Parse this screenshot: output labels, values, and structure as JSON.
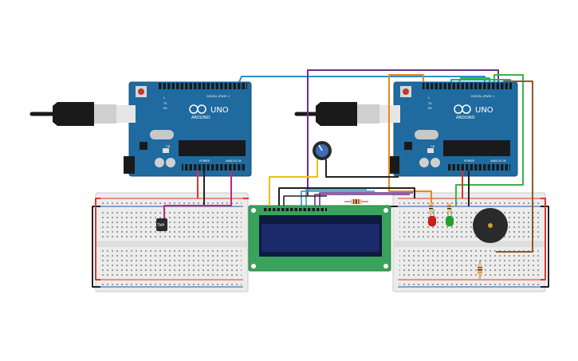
{
  "board_labels": {
    "logo": "ARDUINO",
    "model": "UNO",
    "digital": "DIGITAL (PWM~)",
    "power": "POWER",
    "analog": "ANALOG IN",
    "tx": "TX",
    "rx": "RX",
    "l": "L",
    "on": "ON"
  },
  "sensor_label": "TMP",
  "colors": {
    "arduino_board": "#1f6a9e",
    "breadboard": "#ececec",
    "lcd_pcb": "#3aa35b",
    "lcd_screen": "#1b2a6a",
    "wire_red": "#e0342c",
    "wire_black": "#222222",
    "wire_purple": "#6b2f8f",
    "wire_blue": "#2c8fc9",
    "wire_orange": "#e88a1a",
    "wire_green": "#3bb24a",
    "wire_brown": "#8b5a2b",
    "wire_yellow": "#e6c21a",
    "wire_magenta": "#c0297a",
    "led_red": "#c8201a",
    "led_green": "#23a02a",
    "buzzer": "#2a2a2a"
  },
  "components": [
    "arduino-uno-left",
    "arduino-uno-right",
    "usb-cable-left",
    "usb-cable-right",
    "breadboard-left",
    "breadboard-right",
    "lcd-16x2",
    "potentiometer",
    "tmp36-sensor",
    "red-led",
    "green-led",
    "piezo-buzzer",
    "resistors"
  ]
}
